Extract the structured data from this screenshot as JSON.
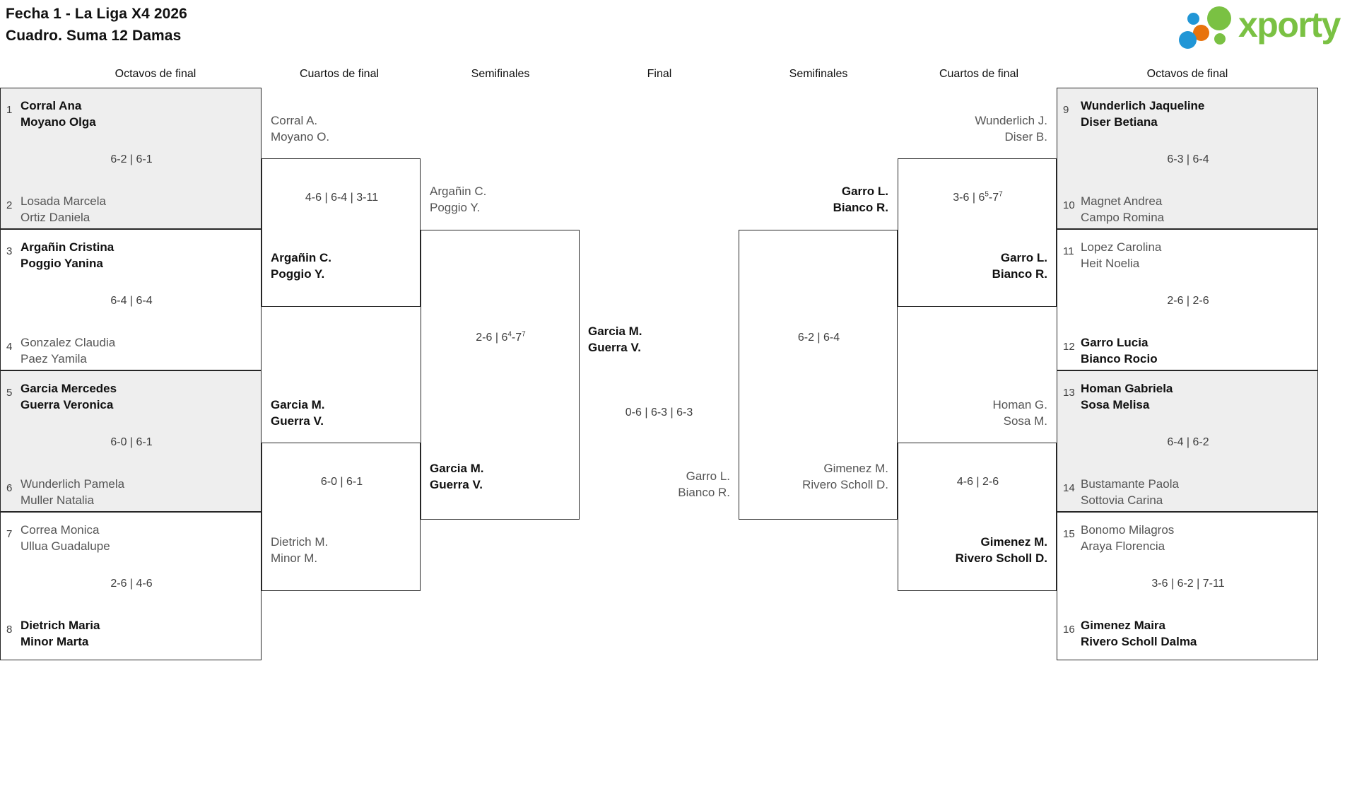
{
  "header": {
    "title_line1": "Fecha 1 - La Liga X4 2026",
    "title_line2": "Cuadro. Suma 12 Damas",
    "logo_text": "xporty",
    "logo_colors": {
      "green": "#7ac143",
      "orange": "#e8730c",
      "blue": "#2196d6"
    }
  },
  "round_headers": [
    {
      "label": "Octavos de final"
    },
    {
      "label": "Cuartos de final"
    },
    {
      "label": "Semifinales"
    },
    {
      "label": "Final"
    },
    {
      "label": "Semifinales"
    },
    {
      "label": "Cuartos de final"
    },
    {
      "label": "Octavos de final"
    }
  ],
  "left": {
    "octavos": [
      {
        "score": "6-2 | 6-1",
        "top": {
          "seed": "1",
          "p1": "Corral Ana",
          "p2": "Moyano Olga",
          "result": "win"
        },
        "bottom": {
          "seed": "2",
          "p1": "Losada Marcela",
          "p2": "Ortiz Daniela",
          "result": "lose"
        }
      },
      {
        "score": "6-4 | 6-4",
        "top": {
          "seed": "3",
          "p1": "Argañin Cristina",
          "p2": "Poggio Yanina",
          "result": "win"
        },
        "bottom": {
          "seed": "4",
          "p1": "Gonzalez Claudia",
          "p2": "Paez Yamila",
          "result": "lose"
        }
      },
      {
        "score": "6-0 | 6-1",
        "top": {
          "seed": "5",
          "p1": "Garcia Mercedes",
          "p2": "Guerra Veronica",
          "result": "win"
        },
        "bottom": {
          "seed": "6",
          "p1": "Wunderlich Pamela",
          "p2": "Muller Natalia",
          "result": "lose"
        }
      },
      {
        "score": "2-6 | 4-6",
        "top": {
          "seed": "7",
          "p1": "Correa Monica",
          "p2": "Ullua Guadalupe",
          "result": "lose"
        },
        "bottom": {
          "seed": "8",
          "p1": "Dietrich Maria",
          "p2": "Minor Marta",
          "result": "win"
        }
      }
    ],
    "cuartos": [
      {
        "score": "4-6 | 6-4 | 3-11",
        "top": {
          "p1": "Corral A.",
          "p2": "Moyano O.",
          "result": "lose"
        },
        "bottom": {
          "p1": "Argañin C.",
          "p2": "Poggio Y.",
          "result": "win"
        }
      },
      {
        "score": "6-0 | 6-1",
        "top": {
          "p1": "Garcia M.",
          "p2": "Guerra V.",
          "result": "win"
        },
        "bottom": {
          "p1": "Dietrich M.",
          "p2": "Minor M.",
          "result": "lose"
        }
      }
    ],
    "semifinal": {
      "score": "2-6 | 6⁴-7⁷",
      "score_parts": {
        "set1": "2-6",
        "set2_a": "6",
        "set2_a_sup": "4",
        "set2_b": "7",
        "set2_b_sup": "7"
      },
      "top": {
        "p1": "Argañin C.",
        "p2": "Poggio Y.",
        "result": "lose"
      },
      "bottom": {
        "p1": "Garcia M.",
        "p2": "Guerra V.",
        "result": "win"
      }
    }
  },
  "final": {
    "score": "0-6 | 6-3 | 6-3",
    "top": {
      "p1": "Garcia M.",
      "p2": "Guerra V.",
      "result": "win"
    },
    "bottom": {
      "p1": "Garro L.",
      "p2": "Bianco R.",
      "result": "lose"
    }
  },
  "right": {
    "octavos": [
      {
        "score": "6-3 | 6-4",
        "top": {
          "seed": "9",
          "p1": "Wunderlich Jaqueline",
          "p2": "Diser Betiana",
          "result": "win"
        },
        "bottom": {
          "seed": "10",
          "p1": "Magnet Andrea",
          "p2": "Campo Romina",
          "result": "lose"
        }
      },
      {
        "score": "2-6 | 2-6",
        "top": {
          "seed": "11",
          "p1": "Lopez Carolina",
          "p2": "Heit Noelia",
          "result": "lose"
        },
        "bottom": {
          "seed": "12",
          "p1": "Garro Lucia",
          "p2": "Bianco Rocio",
          "result": "win"
        }
      },
      {
        "score": "6-4 | 6-2",
        "top": {
          "seed": "13",
          "p1": "Homan Gabriela",
          "p2": "Sosa Melisa",
          "result": "win"
        },
        "bottom": {
          "seed": "14",
          "p1": "Bustamante Paola",
          "p2": "Sottovia Carina",
          "result": "lose"
        }
      },
      {
        "score": "3-6 | 6-2 | 7-11",
        "top": {
          "seed": "15",
          "p1": "Bonomo Milagros",
          "p2": "Araya Florencia",
          "result": "lose"
        },
        "bottom": {
          "seed": "16",
          "p1": "Gimenez Maira",
          "p2": "Rivero Scholl Dalma",
          "result": "win"
        }
      }
    ],
    "cuartos": [
      {
        "score": "3-6 | 6⁵-7⁷",
        "score_parts": {
          "set1": "3-6",
          "set2_a": "6",
          "set2_a_sup": "5",
          "set2_b": "7",
          "set2_b_sup": "7"
        },
        "top": {
          "p1": "Wunderlich J.",
          "p2": "Diser B.",
          "result": "lose"
        },
        "bottom": {
          "p1": "Garro L.",
          "p2": "Bianco R.",
          "result": "win"
        }
      },
      {
        "score": "4-6 | 2-6",
        "top": {
          "p1": "Homan G.",
          "p2": "Sosa M.",
          "result": "lose"
        },
        "bottom": {
          "p1": "Gimenez M.",
          "p2": "Rivero Scholl D.",
          "result": "win"
        }
      }
    ],
    "semifinal": {
      "score": "6-2 | 6-4",
      "top": {
        "p1": "Garro L.",
        "p2": "Bianco R.",
        "result": "win"
      },
      "bottom": {
        "p1": "Gimenez M.",
        "p2": "Rivero Scholl D.",
        "result": "lose"
      }
    }
  }
}
